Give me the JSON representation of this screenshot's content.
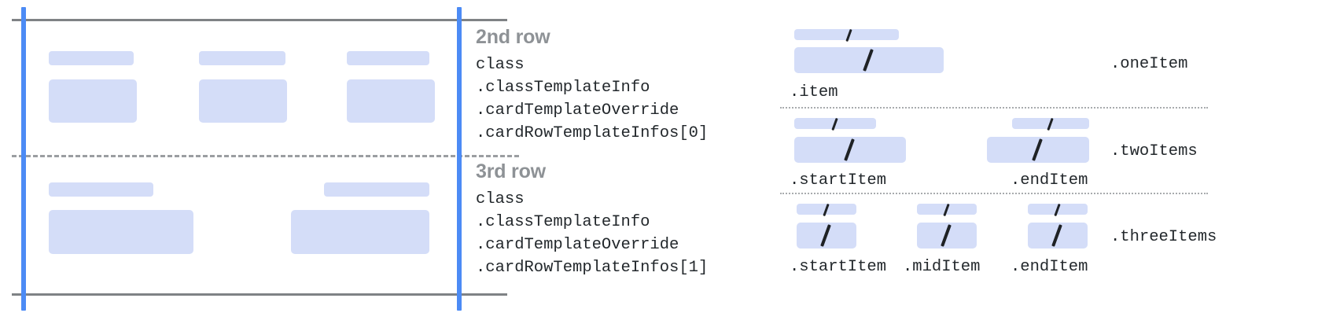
{
  "theme": {
    "background": "#ffffff",
    "chip_fill": "#d4ddf8",
    "guide_blue": "#4c8bf5",
    "rule_gray": "#7f8285",
    "dash_gray": "#9b9ea1",
    "dot_gray": "#a8abae",
    "heading_gray": "#8e9296",
    "code_text": "#23282c",
    "slash_color": "#1f2225"
  },
  "left_panel": {
    "name": "card-row-preview",
    "rows": [
      {
        "id": "second-row",
        "columns": [
          {
            "label_bar": "label-placeholder",
            "content_box": "content-placeholder"
          },
          {
            "label_bar": "label-placeholder",
            "content_box": "content-placeholder"
          },
          {
            "label_bar": "label-placeholder",
            "content_box": "content-placeholder"
          }
        ]
      },
      {
        "id": "third-row",
        "columns": [
          {
            "label_bar": "label-placeholder",
            "content_box": "content-placeholder"
          },
          {
            "label_bar": "label-placeholder",
            "content_box": "content-placeholder"
          }
        ]
      }
    ],
    "guides": {
      "top_rule": "row-boundary-top",
      "bottom_rule": "row-boundary-bottom",
      "middle_divider": "row-divider-dashed",
      "left_edge": "row-start-guide",
      "right_edge": "row-end-guide"
    }
  },
  "code_blocks": [
    {
      "heading": "2nd row",
      "lines": [
        "class",
        ".classTemplateInfo",
        ".cardTemplateOverride",
        ".cardRowTemplateInfos[0]"
      ]
    },
    {
      "heading": "3rd row",
      "lines": [
        "class",
        ".classTemplateInfo",
        ".cardTemplateOverride",
        ".cardRowTemplateInfos[1]"
      ]
    }
  ],
  "right_panel": {
    "name": "row-item-variants",
    "groups": [
      {
        "group_label": ".oneItem",
        "slots": [
          {
            "slot_label": ".item",
            "glyph": "slash-glyph"
          }
        ]
      },
      {
        "group_label": ".twoItems",
        "slots": [
          {
            "slot_label": ".startItem",
            "glyph": "slash-glyph"
          },
          {
            "slot_label": ".endItem",
            "glyph": "slash-glyph"
          }
        ]
      },
      {
        "group_label": ".threeItems",
        "slots": [
          {
            "slot_label": ".startItem",
            "glyph": "slash-glyph"
          },
          {
            "slot_label": ".midItem",
            "glyph": "slash-glyph"
          },
          {
            "slot_label": ".endItem",
            "glyph": "slash-glyph"
          }
        ]
      }
    ],
    "separators": [
      "group-separator-dotted",
      "group-separator-dotted"
    ]
  }
}
